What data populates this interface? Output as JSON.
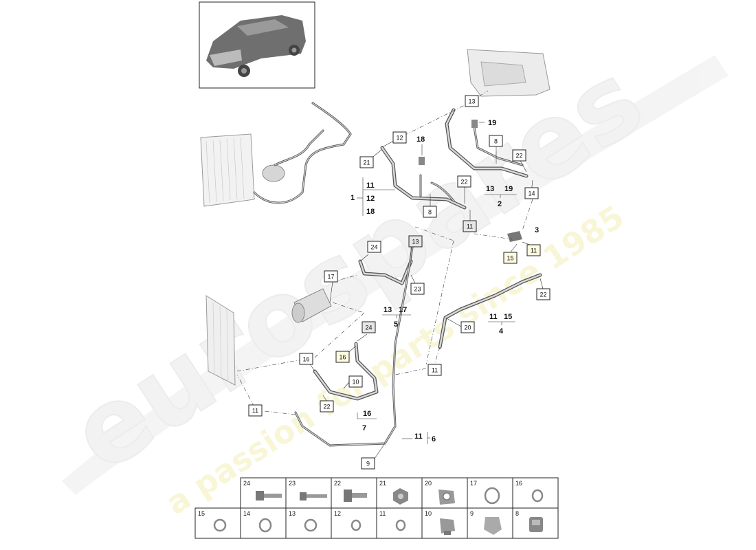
{
  "watermark": {
    "brand": "eurospares",
    "tagline": "a passion for parts since 1985"
  },
  "callouts": {
    "c13a": "13",
    "c12": "12",
    "c21": "21",
    "c8a": "8",
    "c22a": "22",
    "c8b": "8",
    "c22b": "22",
    "c14": "14",
    "c11a": "11",
    "c11b": "11",
    "c15": "15",
    "c22c": "22",
    "c24a": "24",
    "c13b": "13",
    "c17": "17",
    "c23": "23",
    "c20": "20",
    "c24b": "24",
    "c16a": "16",
    "c16b": "16",
    "c10": "10",
    "c22d": "22",
    "c11c": "11",
    "c11d": "11",
    "c9": "9"
  },
  "labels": {
    "l19": "19",
    "l18": "18",
    "g1_num": "1",
    "g1_a": "11",
    "g1_b": "12",
    "g1_c": "18",
    "g2_a": "13",
    "g2_b": "19",
    "g2_num": "2",
    "g3_num": "3",
    "g4_a": "11",
    "g4_b": "15",
    "g4_num": "4",
    "g5_a": "13",
    "g5_b": "17",
    "g5_num": "5",
    "g6_a": "11",
    "g6_num": "6",
    "g7_a": "16",
    "g7_num": "7"
  },
  "parts_table": {
    "row1": [
      "24",
      "23",
      "22",
      "21",
      "20",
      "17",
      "16"
    ],
    "row2": [
      "15",
      "14",
      "13",
      "12",
      "11",
      "10",
      "9",
      "8"
    ]
  }
}
